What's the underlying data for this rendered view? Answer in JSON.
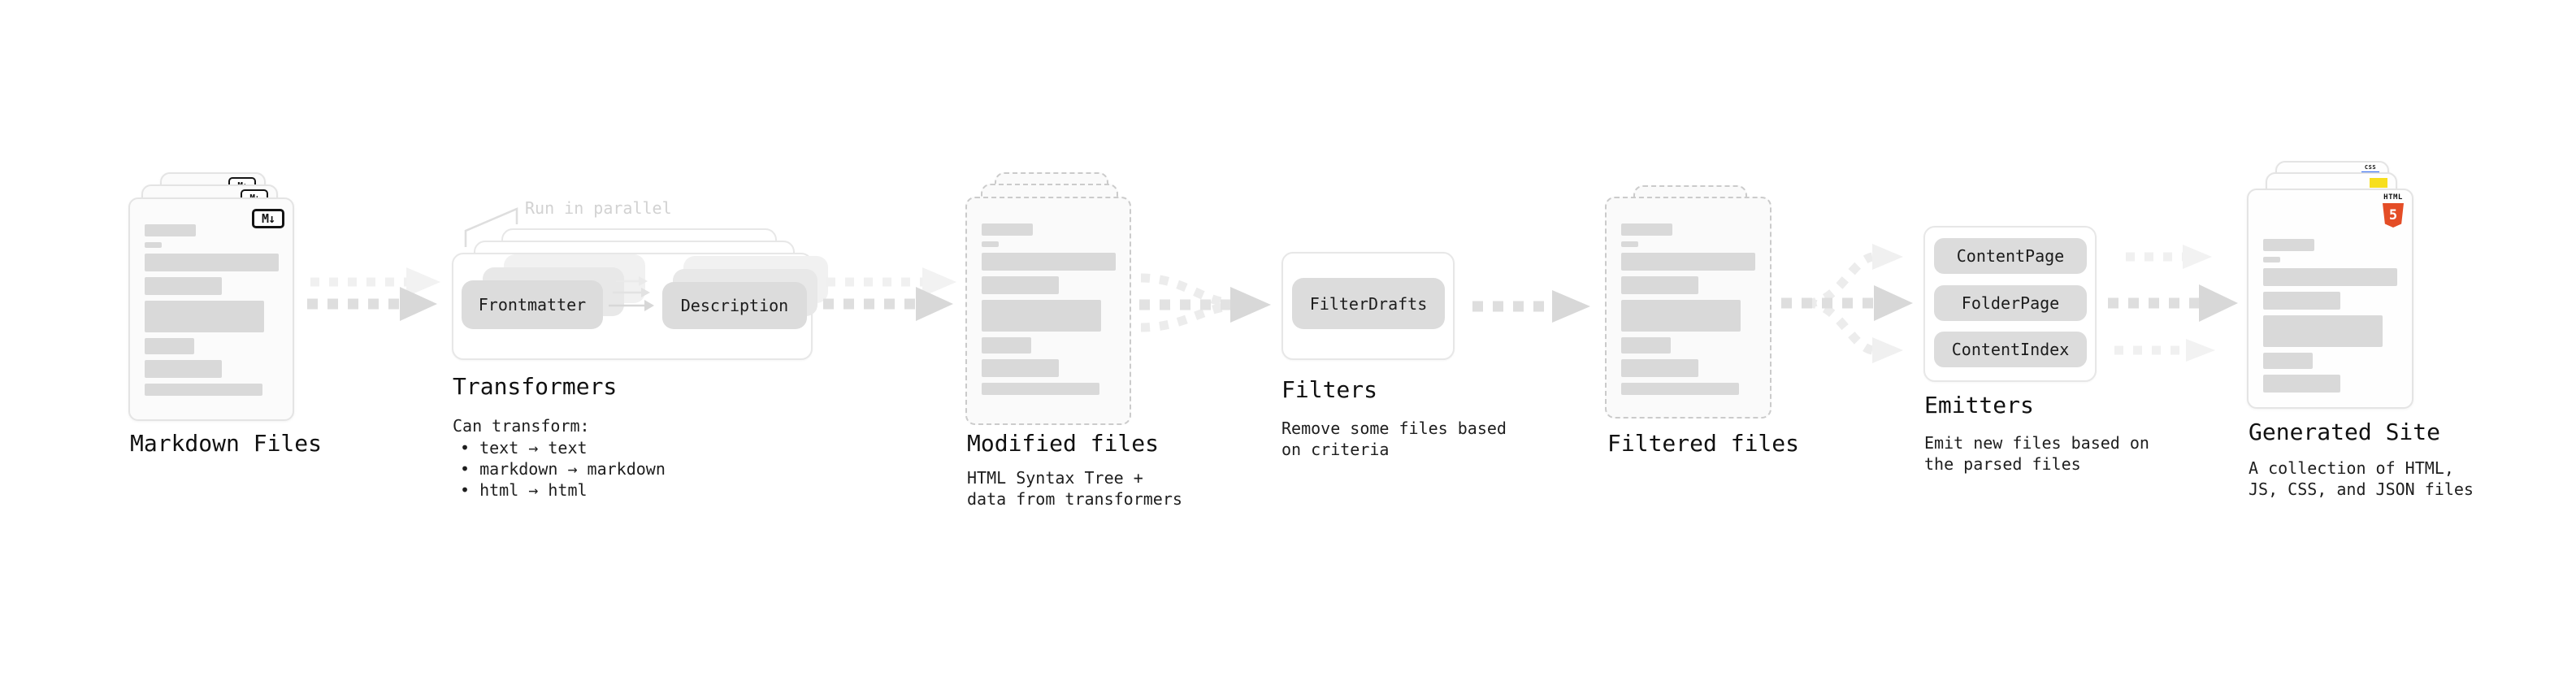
{
  "diagram": {
    "markdown": {
      "label": "Markdown Files",
      "badge": "M↓"
    },
    "transformers": {
      "note": "Run in parallel",
      "frontmatter_box": "Frontmatter",
      "description_box": "Description",
      "title": "Transformers",
      "subtitle": "Can transform:",
      "bullets": [
        "• text → text",
        "• markdown → markdown",
        "• html → html"
      ]
    },
    "modified": {
      "label": "Modified files",
      "desc": [
        "HTML Syntax Tree +",
        "data from transformers"
      ]
    },
    "filters": {
      "title": "Filters",
      "box": "FilterDrafts",
      "desc": [
        "Remove some files based",
        "on criteria"
      ]
    },
    "filtered": {
      "label": "Filtered files"
    },
    "emitters": {
      "title": "Emitters",
      "boxes": [
        "ContentPage",
        "FolderPage",
        "ContentIndex"
      ],
      "desc": [
        "Emit new files based on",
        "the parsed files"
      ]
    },
    "site": {
      "label": "Generated Site",
      "desc": [
        "A collection of HTML,",
        "JS, CSS, and JSON files"
      ],
      "badge_css": "CSS",
      "badge_html": "HTML",
      "badge_five": "5"
    }
  },
  "colors": {
    "html5_orange": "#e44d26",
    "js_yellow": "#f7df1e",
    "css_blue": "#2965f1",
    "bar_gray": "#d9d9d9",
    "box_gray": "#dcdcdc"
  }
}
